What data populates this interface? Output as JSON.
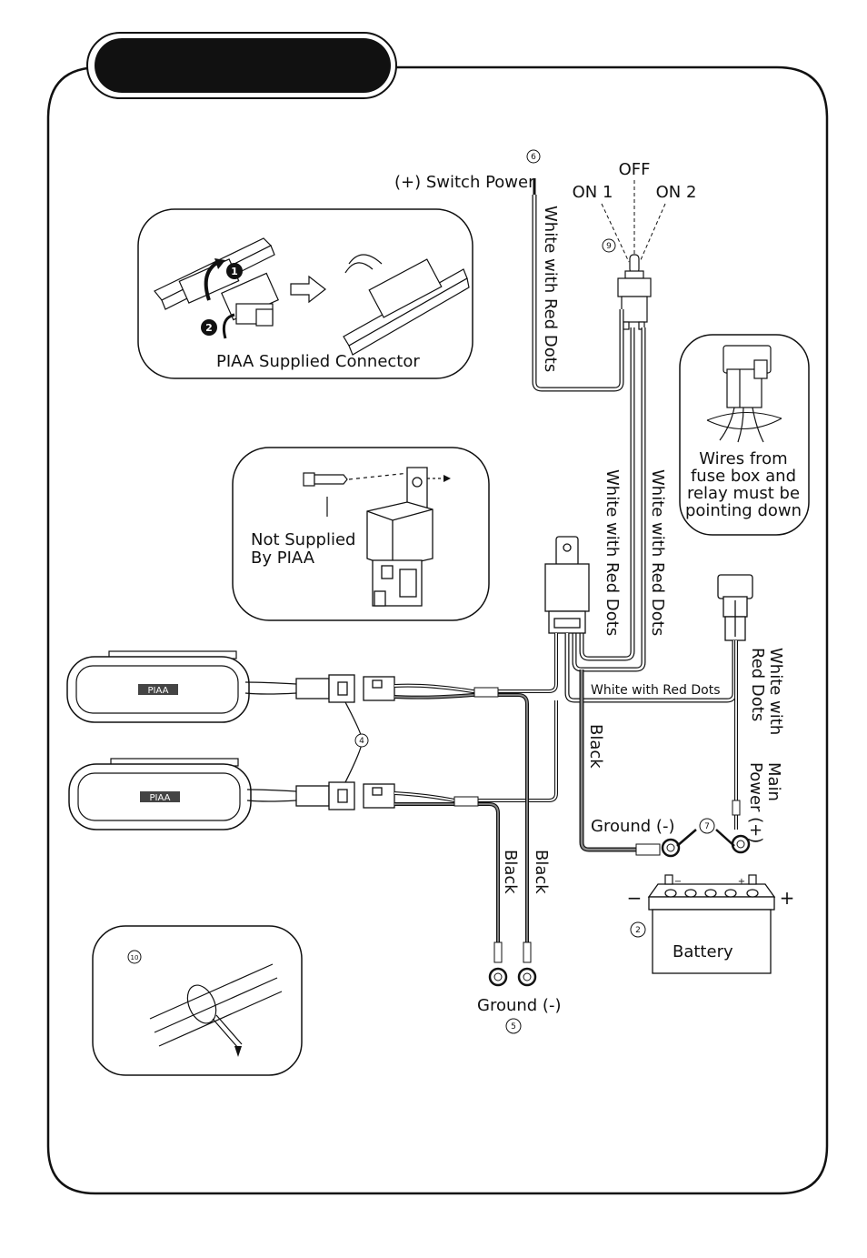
{
  "callouts": {
    "switch_power": "(+) Switch Power",
    "off": "OFF",
    "on1": "ON 1",
    "on2": "ON 2",
    "white_red_1": "White with Red Dots",
    "white_red_2": "White with Red Dots",
    "white_red_3": "White with Red Dots",
    "white_red_4": "White with Red Dots",
    "white_red_main_a": "White with",
    "white_red_main_b": "Red Dots",
    "piaa_connector": "PIAA Supplied Connector",
    "not_supplied_a": "Not Supplied",
    "not_supplied_b": "By PIAA",
    "wires_note": [
      "Wires from",
      "fuse box and",
      "relay must be",
      "pointing down"
    ],
    "black_relay": "Black",
    "black_left": "Black",
    "black_right": "Black",
    "ground_top": "Ground (-)",
    "ground_bottom": "Ground (-)",
    "main_power_a": "Main",
    "main_power_b": "Power (+)",
    "battery": "Battery",
    "battery_minus": "−",
    "battery_plus": "+",
    "lamp_badge": "PIAA",
    "step1": "1",
    "step2": "2"
  },
  "numbers": {
    "n2": "2",
    "n4": "4",
    "n5": "5",
    "n6": "6",
    "n7": "7",
    "n9": "9",
    "n10": "10"
  }
}
